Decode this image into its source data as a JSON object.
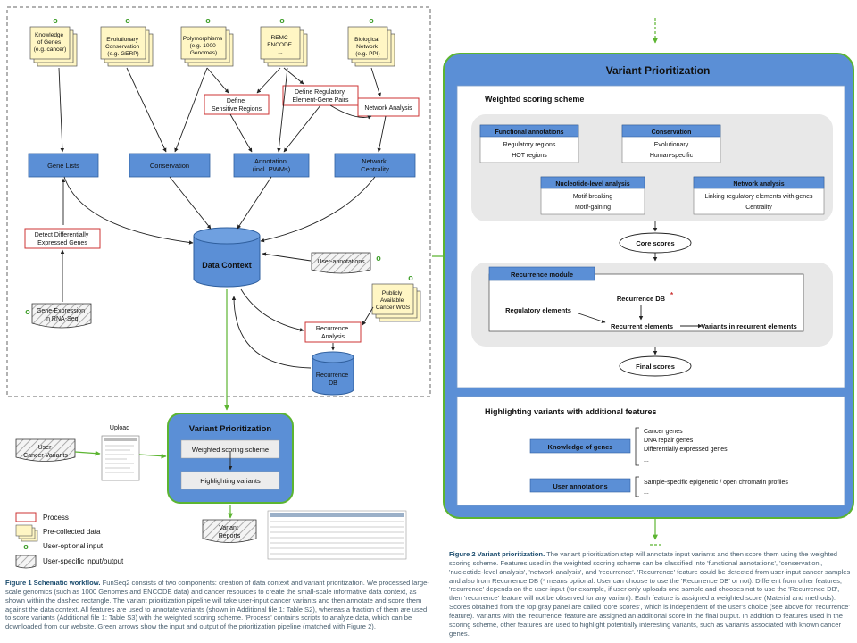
{
  "fig1": {
    "sources": {
      "knowledge": [
        "Knowledge",
        "of Genes",
        "(e.g. cancer)"
      ],
      "evolutionary": [
        "Evolutionary",
        "Conservation",
        "(e.g. GERP)"
      ],
      "polymorphisms": [
        "Polymorphisms",
        "(e.g. 1000",
        "Genomes)"
      ],
      "remc": [
        "REMC",
        "ENCODE",
        "..."
      ],
      "biological": [
        "Biological",
        "Network",
        "(e.g. PPI)"
      ],
      "public_wgs": [
        "Publicly",
        "Available",
        "Cancer WGS"
      ]
    },
    "process": {
      "define_sensitive": [
        "Define",
        "Sensitive Regions"
      ],
      "define_regulatory": [
        "Define Regulatory",
        "Element-Gene Pairs"
      ],
      "network_analysis": "Network Analysis",
      "detect_degs": [
        "Detect Differentially",
        "Expressed Genes"
      ],
      "recurrence_analysis": [
        "Recurrence",
        "Analysis"
      ]
    },
    "blue": {
      "gene_lists": "Gene Lists",
      "conservation": "Conservation",
      "annotation": [
        "Annotation",
        "(incl. PWMs)"
      ],
      "network_centrality": [
        "Network",
        "Centrality"
      ]
    },
    "data_context": "Data Context",
    "recurrence_db": [
      "Recurrence",
      "DB"
    ],
    "user_annotations": "User-annotations",
    "gene_expression": [
      "Gene-Expression",
      "in RNA-Seq"
    ],
    "user_cancer_variants": [
      "User",
      "Cancer Variants"
    ],
    "upload": "Upload",
    "vp_title": "Variant Prioritization",
    "vp_items": [
      "Weighted scoring scheme",
      "Highlighting variants"
    ],
    "variant_reports": [
      "Variant",
      "Reports"
    ],
    "optional_mark": "o",
    "legend": [
      "Process",
      "Pre-collected data",
      "User-optional input",
      "User-specific input/output"
    ],
    "caption": {
      "label": "Figure 1 Schematic workflow.",
      "text": " FunSeq2 consists of two components: creation of data context and variant prioritization. We processed large-scale genomics (such as 1000 Genomes and ENCODE data) and cancer resources to create the small-scale informative data context, as shown within the dashed rectangle. The variant prioritization pipeline will take user-input cancer variants and then annotate and score them against the data context. All features are used to annotate variants (shown in Additional file 1: Table S2), whereas a fraction of them are used to score variants (Additional file 1: Table S3) with the weighted scoring scheme. 'Process' contains scripts to analyze data, which can be downloaded from our website. Green arrows show the input and output of the prioritization pipeline (matched with Figure 2)."
    }
  },
  "fig2": {
    "title": "Variant Prioritization",
    "weighted_title": "Weighted scoring scheme",
    "functional": {
      "header": "Functional annotations",
      "items": [
        "Regulatory regions",
        "HOT regions"
      ]
    },
    "conservation": {
      "header": "Conservation",
      "items": [
        "Evolutionary",
        "Human-specific"
      ]
    },
    "nucleotide": {
      "header": "Nucleotide-level analysis",
      "items": [
        "Motif-breaking",
        "Motif-gaining"
      ]
    },
    "network": {
      "header": "Network analysis",
      "items": [
        "Linking regulatory elements with genes",
        "Centrality"
      ]
    },
    "core_scores": "Core scores",
    "recurrence_module": "Recurrence module",
    "recurrence_db": "Recurrence DB",
    "recurrence_db_mark": "*",
    "regulatory_elements": "Regulatory elements",
    "recurrent_elements": "Recurrent elements",
    "variants_in_recurrent": "Variants in recurrent elements",
    "final_scores": "Final scores",
    "highlight_title": "Highlighting variants with additional features",
    "knowledge_of_genes": "Knowledge of genes",
    "knowledge_items": [
      "Cancer genes",
      "DNA repair genes",
      "Differentially expressed genes",
      "..."
    ],
    "user_annotations": "User annotations",
    "user_items": [
      "Sample-specific epigenetic / open chromatin profiles",
      "..."
    ],
    "caption": {
      "label": "Figure 2 Variant prioritization.",
      "text": " The variant prioritization step will annotate input variants and then score them using the weighted scoring scheme. Features used in the weighted scoring scheme can be classified into 'functional annotations', 'conservation', 'nucleotide-level analysis', 'network analysis', and 'recurrence'. 'Recurrence' feature could be detected from user-input cancer samples and also from Recurrence DB (* means optional. User can choose to use the 'Recurrence DB' or not). Different from other features, 'recurrence' depends on the user-input (for example, if user only uploads one sample and chooses not to use the 'Recurrence DB', then 'recurrence' feature will not be observed for any variant). Each feature is assigned a weighted score (Material and methods). Scores obtained from the top gray panel are called 'core scores', which is independent of the user's choice (see above for 'recurrence' feature). Variants with the 'recurrence' feature are assigned an additional score in the final output. In addition to features used in the scoring scheme, other features are used to highlight potentially interesting variants, such as variants associated with known cancer genes."
    }
  },
  "colors": {
    "blue": "#5b8fd6",
    "blue_dark": "#2f5f9e",
    "green": "#5cb531",
    "process_red": "#cc3333",
    "note_yellow": "#fff6c4",
    "gray_panel": "#e8e8e8"
  }
}
